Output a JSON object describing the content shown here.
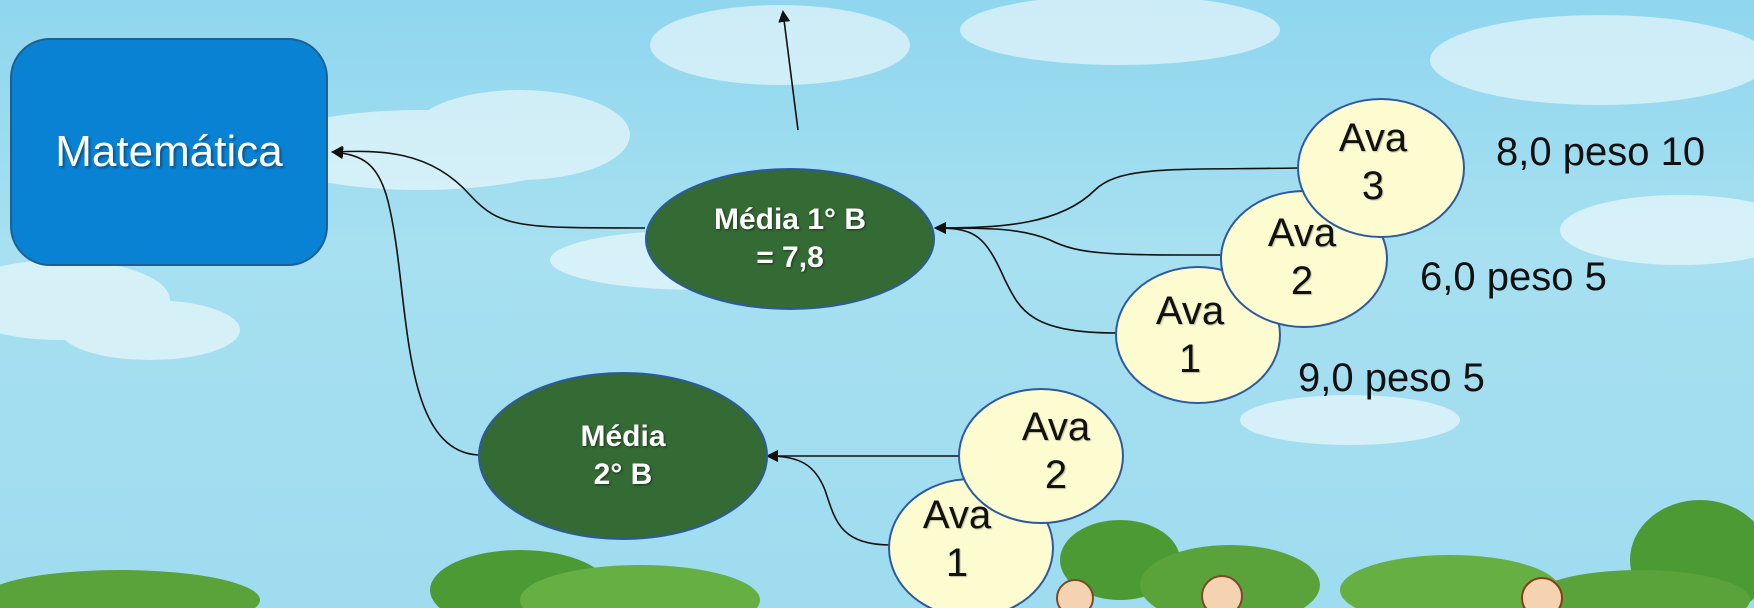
{
  "colors": {
    "sky": "#9fdcef",
    "subject_box": "#0a82d3",
    "average_node": "#346a33",
    "evaluation_node": "#fdfbd0",
    "connector": "#111111"
  },
  "subject": {
    "label": "Matemática"
  },
  "bimester_1": {
    "title_line1": "Média 1° B",
    "title_line2": "= 7,8",
    "evaluations": [
      {
        "word": "Ava",
        "number": "1",
        "grade": "9,0 peso 5"
      },
      {
        "word": "Ava",
        "number": "2",
        "grade": "6,0 peso 5"
      },
      {
        "word": "Ava",
        "number": "3",
        "grade": "8,0 peso 10"
      }
    ]
  },
  "bimester_2": {
    "title_line1": "Média",
    "title_line2": "2° B",
    "evaluations": [
      {
        "word": "Ava",
        "number": "1"
      },
      {
        "word": "Ava",
        "number": "2"
      }
    ]
  },
  "decorations": [
    "cloud",
    "trees",
    "children"
  ]
}
